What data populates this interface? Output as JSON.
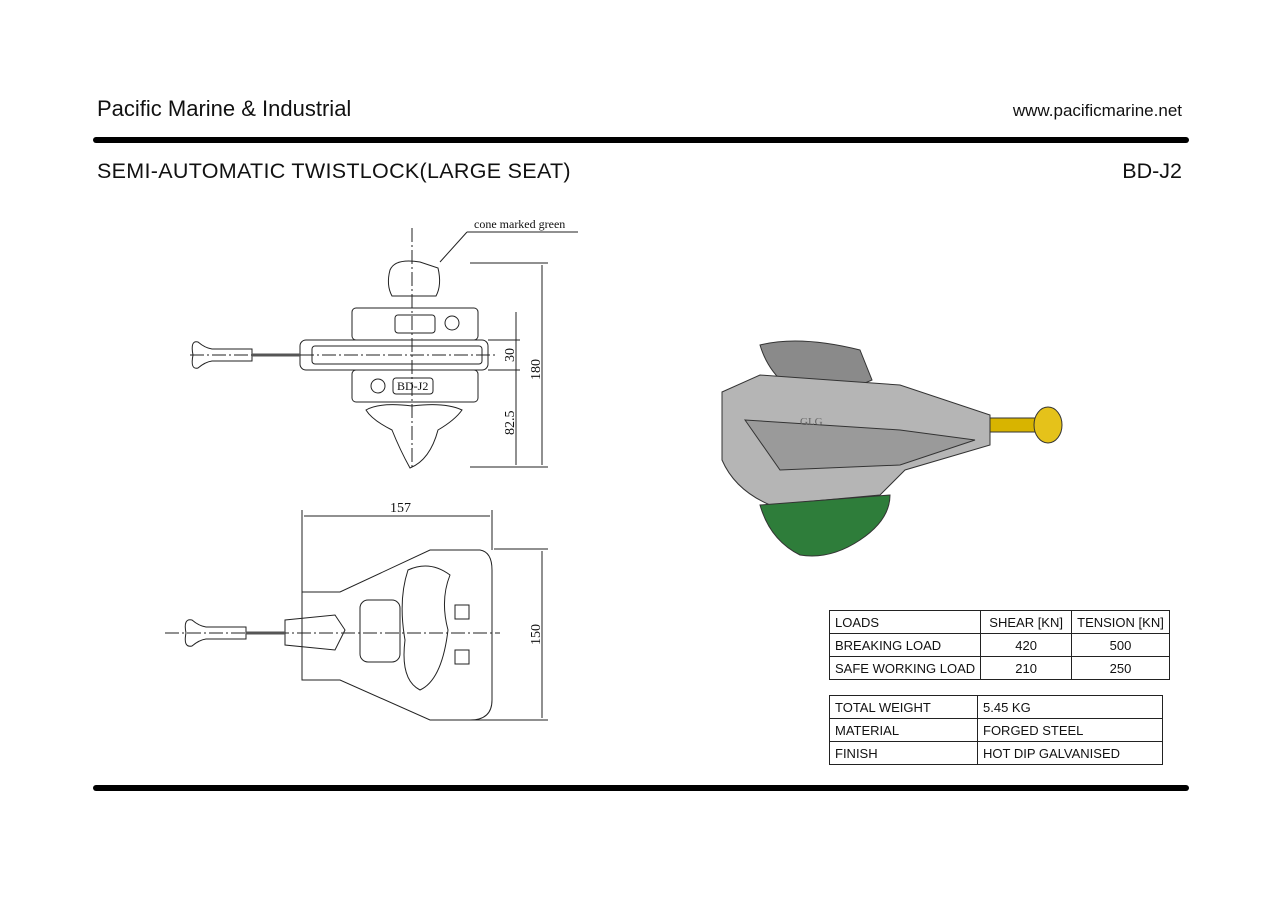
{
  "header": {
    "company": "Pacific Marine & Industrial",
    "website": "www.pacificmarine.net"
  },
  "product": {
    "title": "SEMI-AUTOMATIC TWISTLOCK(LARGE SEAT)",
    "code": "BD-J2"
  },
  "drawing": {
    "callout": "cone marked green",
    "part_label": "BD-J2",
    "dim_30": "30",
    "dim_180": "180",
    "dim_82_5": "82.5",
    "dim_157": "157",
    "dim_150": "150",
    "render_mark": "GLG"
  },
  "loads_table": {
    "headers": [
      "LOADS",
      "SHEAR [KN]",
      "TENSION [KN]"
    ],
    "rows": [
      [
        "BREAKING LOAD",
        "420",
        "500"
      ],
      [
        "SAFE WORKING LOAD",
        "210",
        "250"
      ]
    ]
  },
  "spec_table": {
    "rows": [
      [
        "TOTAL WEIGHT",
        "5.45 KG"
      ],
      [
        "MATERIAL",
        "FORGED STEEL"
      ],
      [
        "FINISH",
        "HOT DIP GALVANISED"
      ]
    ]
  }
}
